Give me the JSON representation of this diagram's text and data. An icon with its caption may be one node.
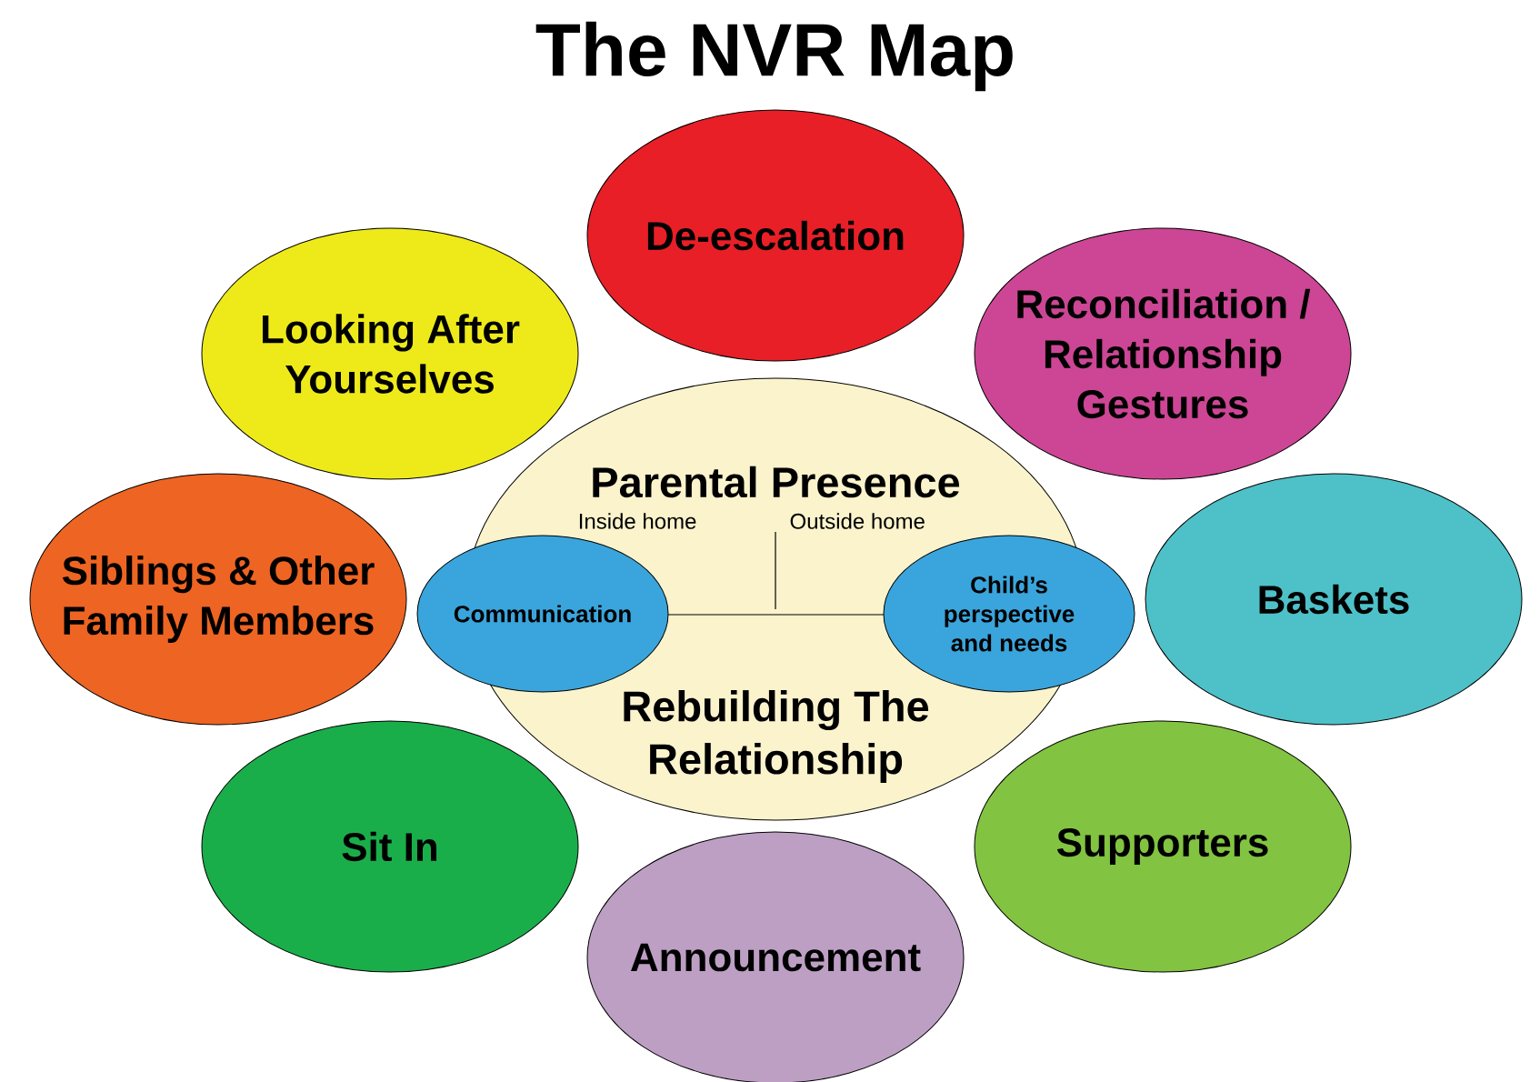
{
  "diagram": {
    "title": "The NVR Map",
    "nodes": [
      {
        "text": [
          "De-escalation"
        ]
      },
      {
        "text": [
          "Looking After Yourselves"
        ]
      },
      {
        "text": [
          "Reconciliation / Relationship Gestures"
        ]
      },
      {
        "text": [
          "Parental Presence",
          "Rebuilding The Relationship"
        ]
      },
      {
        "text": [
          "Siblings & Other Family Members"
        ]
      },
      {
        "text": [
          "Communication"
        ]
      },
      {
        "text": [
          "Child’s perspective and needs"
        ]
      },
      {
        "text": [
          "Baskets"
        ]
      },
      {
        "text": [
          "Sit In"
        ]
      },
      {
        "text": [
          "Supporters"
        ]
      },
      {
        "text": [
          "Announcement"
        ]
      }
    ],
    "labels": [
      "Inside home",
      "Outside home"
    ]
  }
}
